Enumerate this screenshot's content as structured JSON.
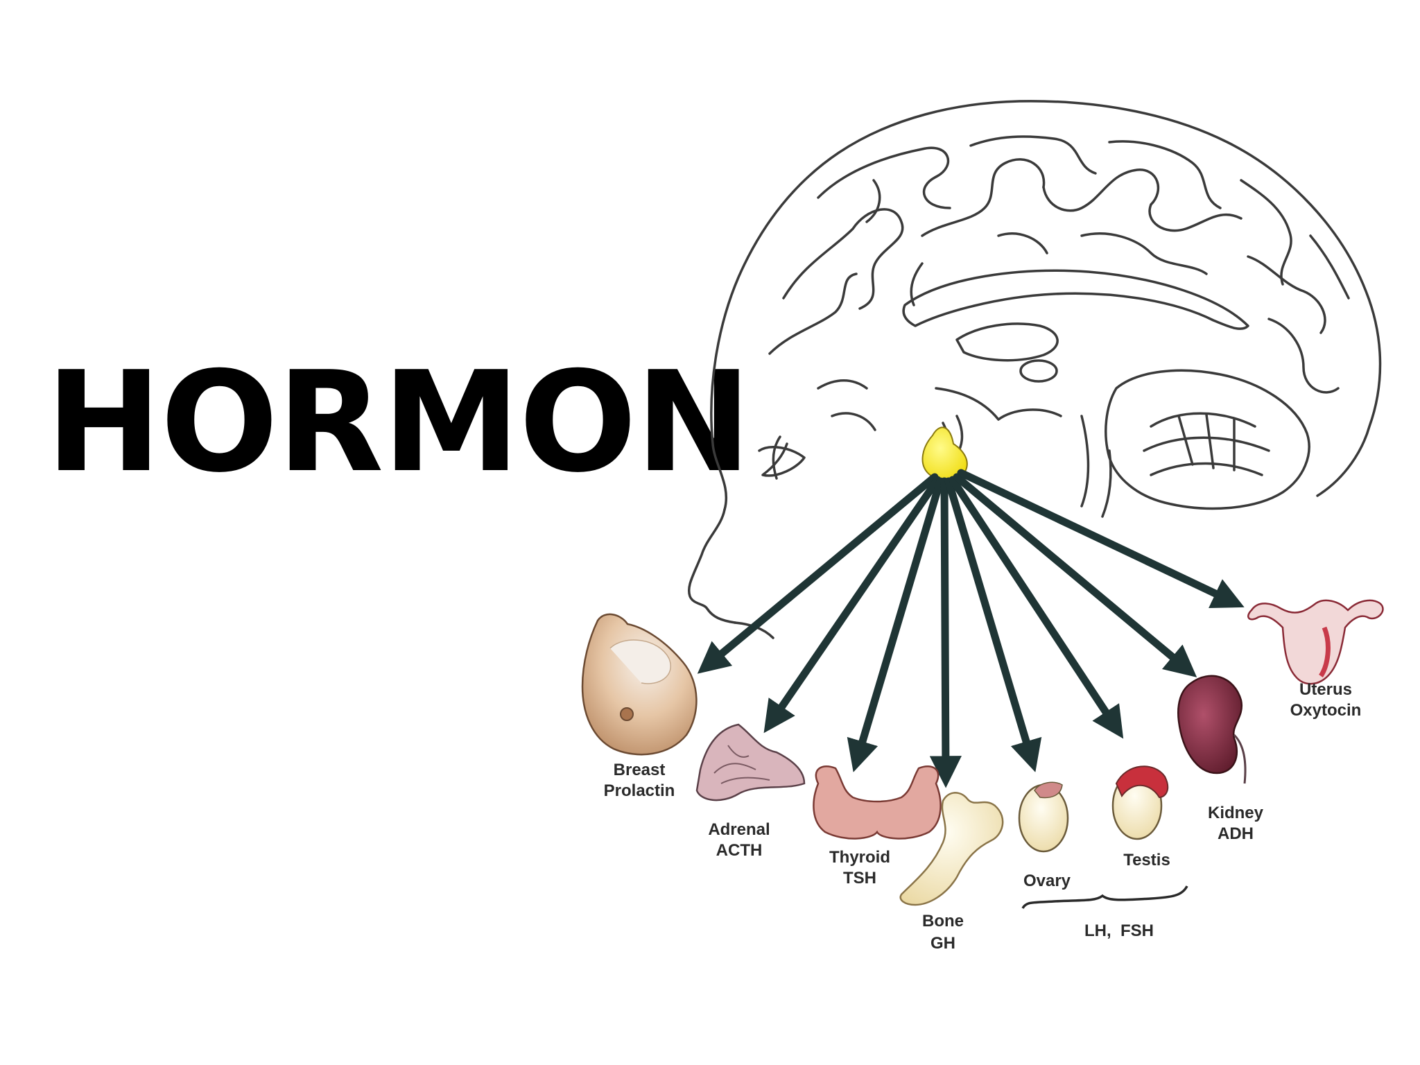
{
  "title": "HORMON",
  "targets": [
    {
      "organ": "Breast",
      "hormone": "Prolactin"
    },
    {
      "organ": "Adrenal",
      "hormone": "ACTH"
    },
    {
      "organ": "Thyroid",
      "hormone": "TSH"
    },
    {
      "organ": "Bone",
      "hormone": "GH"
    },
    {
      "organ": "Ovary",
      "hormone": ""
    },
    {
      "organ": "Testis",
      "hormone": ""
    },
    {
      "organ": "Kidney",
      "hormone": "ADH"
    },
    {
      "organ": "Uterus",
      "hormone": "Oxytocin"
    }
  ],
  "gonad_hormones": "LH,  FSH",
  "colors": {
    "pituitary": "#f5ea1a",
    "arrow": "#1f3535",
    "outline": "#3a3a3a",
    "kidney": "#7a2a3a",
    "uterus": "#c83a4a",
    "tissue": "#d99a86"
  },
  "icons": [
    "brain-outline",
    "pituitary-gland",
    "breast",
    "adrenal-gland",
    "thyroid",
    "bone",
    "ovary",
    "testis",
    "kidney",
    "uterus"
  ]
}
